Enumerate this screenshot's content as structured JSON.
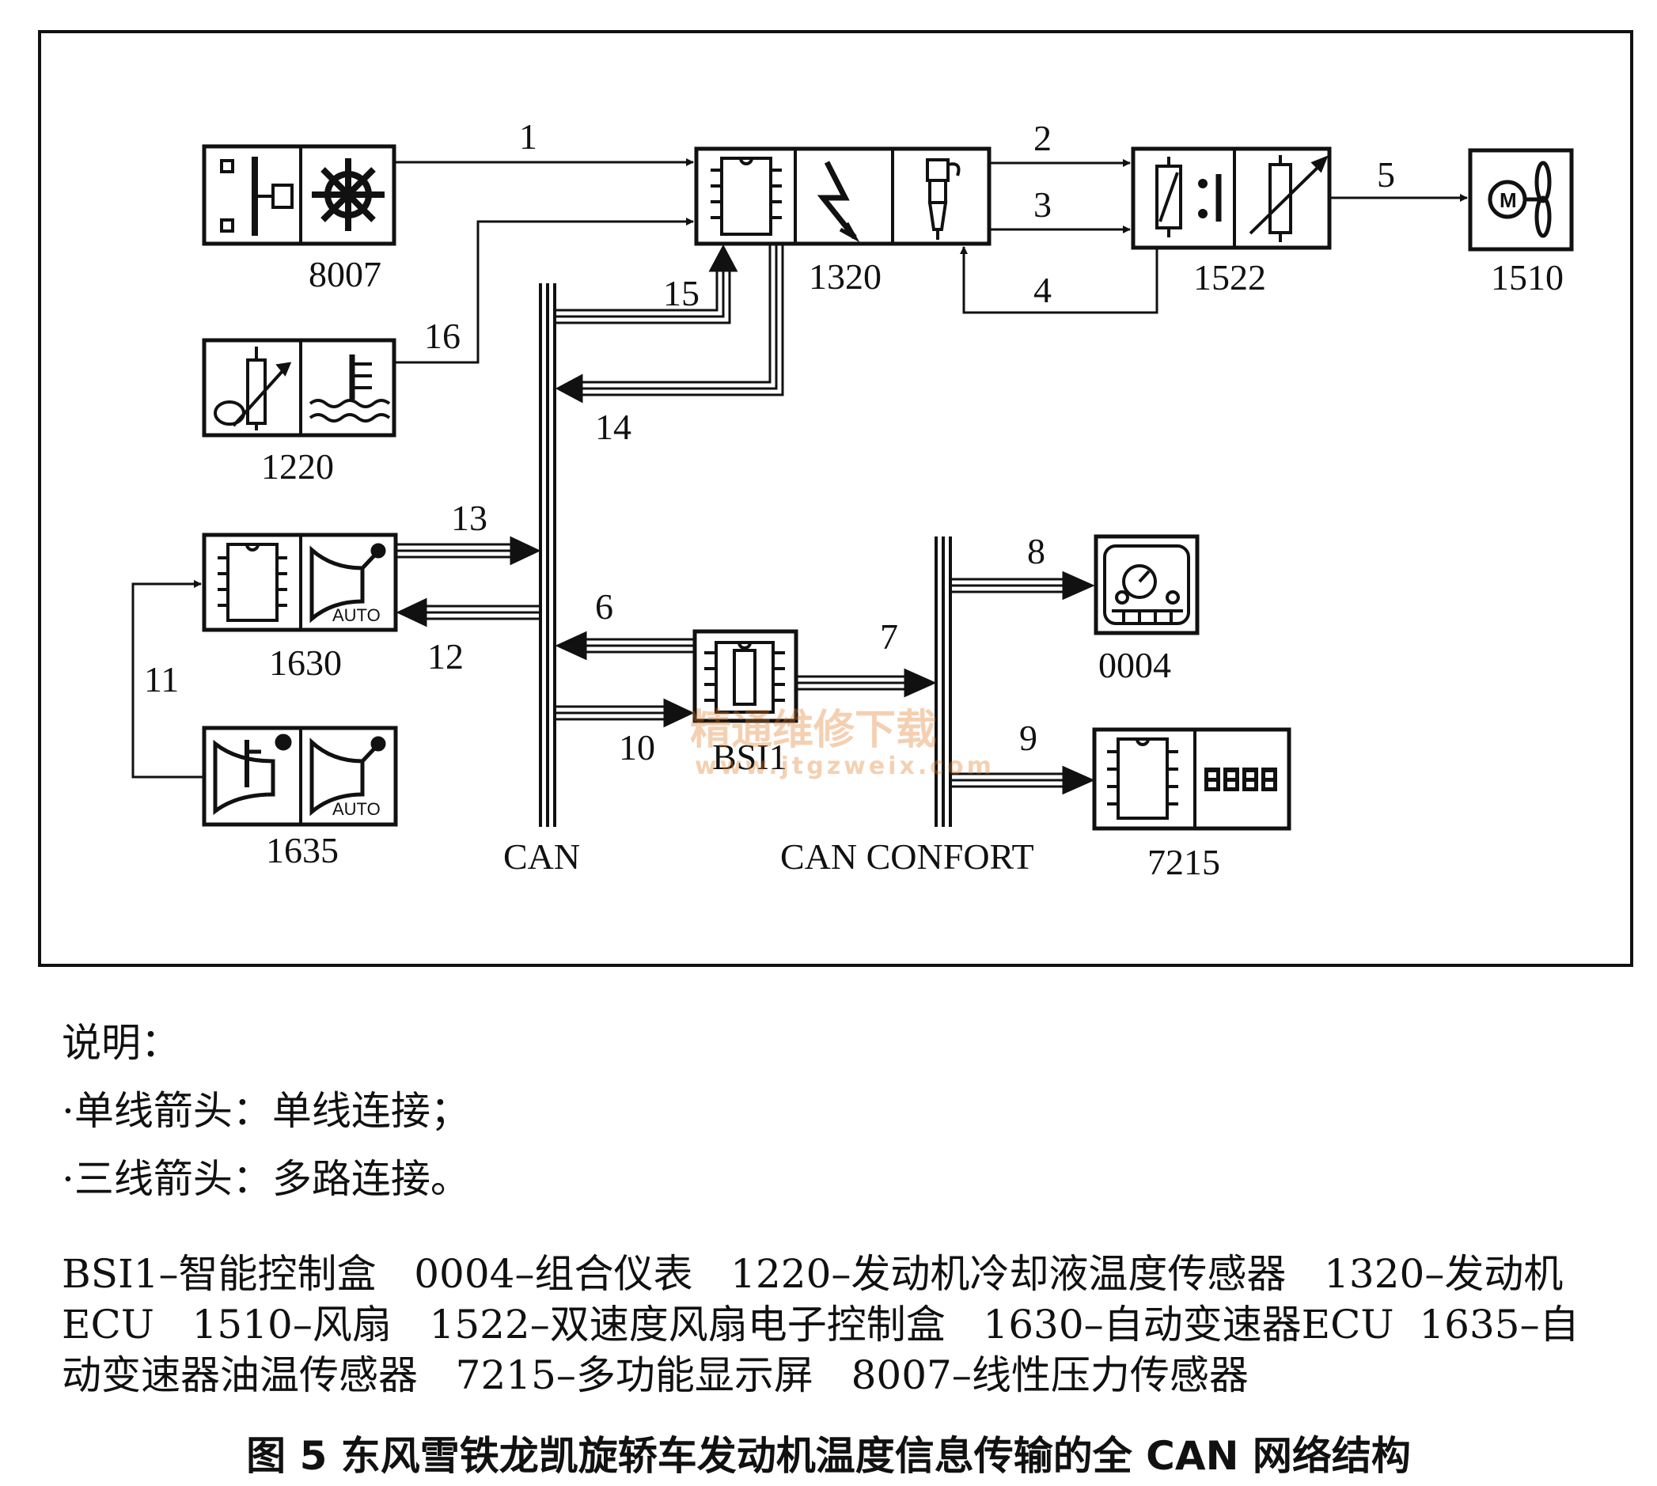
{
  "diagram": {
    "modules": {
      "m8007": "8007",
      "m1220": "1220",
      "m1630": "1630",
      "m1635": "1635",
      "m1320": "1320",
      "m1522": "1522",
      "m1510": "1510",
      "mBSI1": "BSI1",
      "m0004": "0004",
      "m7215": "7215"
    },
    "buses": {
      "can": "CAN",
      "can_confort": "CAN CONFORT"
    },
    "links": {
      "l1": "1",
      "l2": "2",
      "l3": "3",
      "l4": "4",
      "l5": "5",
      "l6": "6",
      "l7": "7",
      "l8": "8",
      "l9": "9",
      "l10": "10",
      "l11": "11",
      "l12": "12",
      "l13": "13",
      "l14": "14",
      "l15": "15",
      "l16": "16"
    }
  },
  "notes": {
    "heading": "说明：",
    "single": "·单线箭头：单线连接；",
    "triple": "·三线箭头：多路连接。"
  },
  "legend": "BSI1–智能控制盒   0004–组合仪表   1220–发动机冷却液温度传感器   1320–发动机ECU   1510–风扇   1522–双速度风扇电子控制盒   1630–自动变速器ECU  1635–自动变速器油温传感器   7215–多功能显示屏   8007–线性压力传感器",
  "caption": "图 5   东风雪铁龙凯旋轿车发动机温度信息传输的全 CAN 网络结构",
  "watermark": {
    "text_cn": "精通维修下载",
    "text_url": "www.jtgzweix.com"
  }
}
